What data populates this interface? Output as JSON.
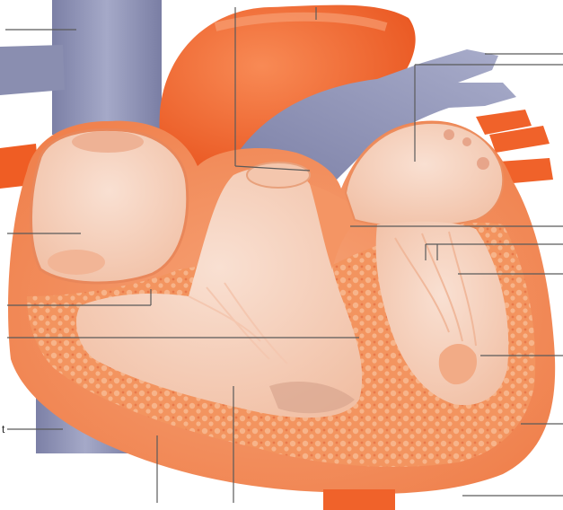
{
  "figure": {
    "stray_mark": "t"
  },
  "colors": {
    "background": "#ffffff",
    "vein_blue": "#8f93b5",
    "vein_blue_dark": "#6f7398",
    "aorta_orange": "#f0642e",
    "aorta_orange_dark": "#d9481c",
    "outer_wall_orange": "#f27a45",
    "myocardium": "#f29a6a",
    "chamber_pink": "#f6cdb7",
    "chamber_pink_light": "#f9ddcd",
    "valve_pink": "#f4c1a7",
    "leader_line": "#5a5a5a"
  },
  "icons": {
    "vessels": [
      "superior-vena-cava",
      "inferior-vena-cava",
      "aorta",
      "pulmonary-trunk",
      "pulmonary-veins"
    ],
    "chambers": [
      "right-atrium",
      "left-atrium",
      "right-ventricle",
      "left-ventricle"
    ]
  }
}
